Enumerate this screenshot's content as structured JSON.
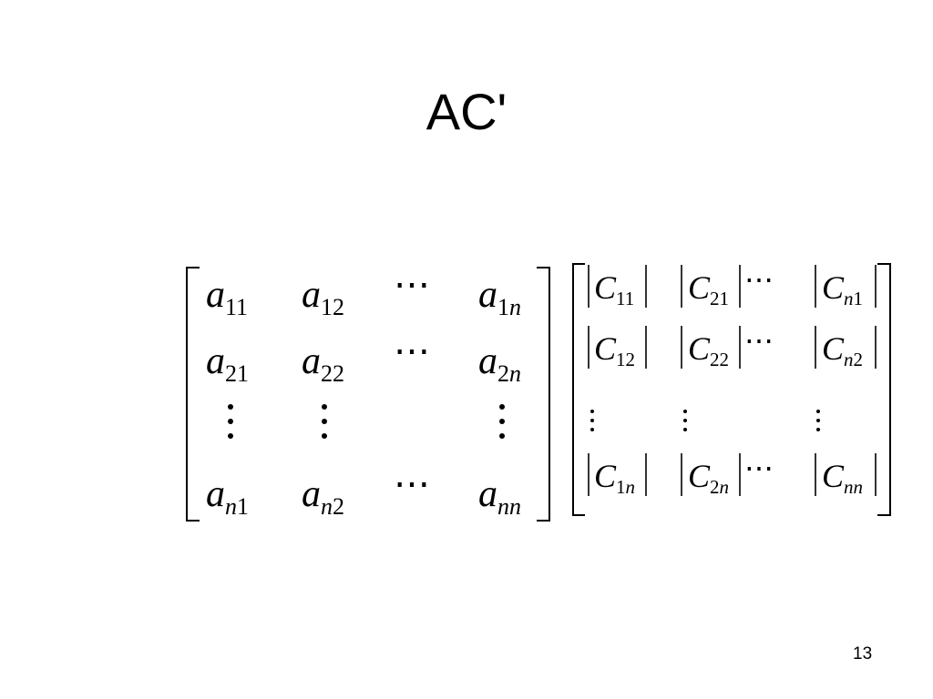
{
  "slide": {
    "title": "AC'",
    "page_number": "13"
  },
  "matrix_a": {
    "entries": [
      {
        "letter": "a",
        "sub": [
          "11"
        ]
      },
      {
        "letter": "a",
        "sub": [
          "12"
        ]
      },
      {
        "letter": "a",
        "sub": [
          "1",
          "n"
        ]
      },
      {
        "letter": "a",
        "sub": [
          "21"
        ]
      },
      {
        "letter": "a",
        "sub": [
          "22"
        ]
      },
      {
        "letter": "a",
        "sub": [
          "2",
          "n"
        ]
      },
      {
        "letter": "a",
        "sub": [
          "n",
          "1"
        ]
      },
      {
        "letter": "a",
        "sub": [
          "n",
          "2"
        ]
      },
      {
        "letter": "a",
        "sub": [
          "nn"
        ]
      }
    ],
    "ellipsis": "⋯"
  },
  "matrix_c": {
    "entries": [
      {
        "letter": "C",
        "sub": [
          "11"
        ]
      },
      {
        "letter": "C",
        "sub": [
          "21"
        ]
      },
      {
        "letter": "C",
        "sub": [
          "n",
          "1"
        ]
      },
      {
        "letter": "C",
        "sub": [
          "12"
        ]
      },
      {
        "letter": "C",
        "sub": [
          "22"
        ]
      },
      {
        "letter": "C",
        "sub": [
          "n",
          "2"
        ]
      },
      {
        "letter": "C",
        "sub": [
          "1",
          "n"
        ]
      },
      {
        "letter": "C",
        "sub": [
          "2",
          "n"
        ]
      },
      {
        "letter": "C",
        "sub": [
          "nn"
        ]
      }
    ],
    "ellipsis": "⋯"
  }
}
